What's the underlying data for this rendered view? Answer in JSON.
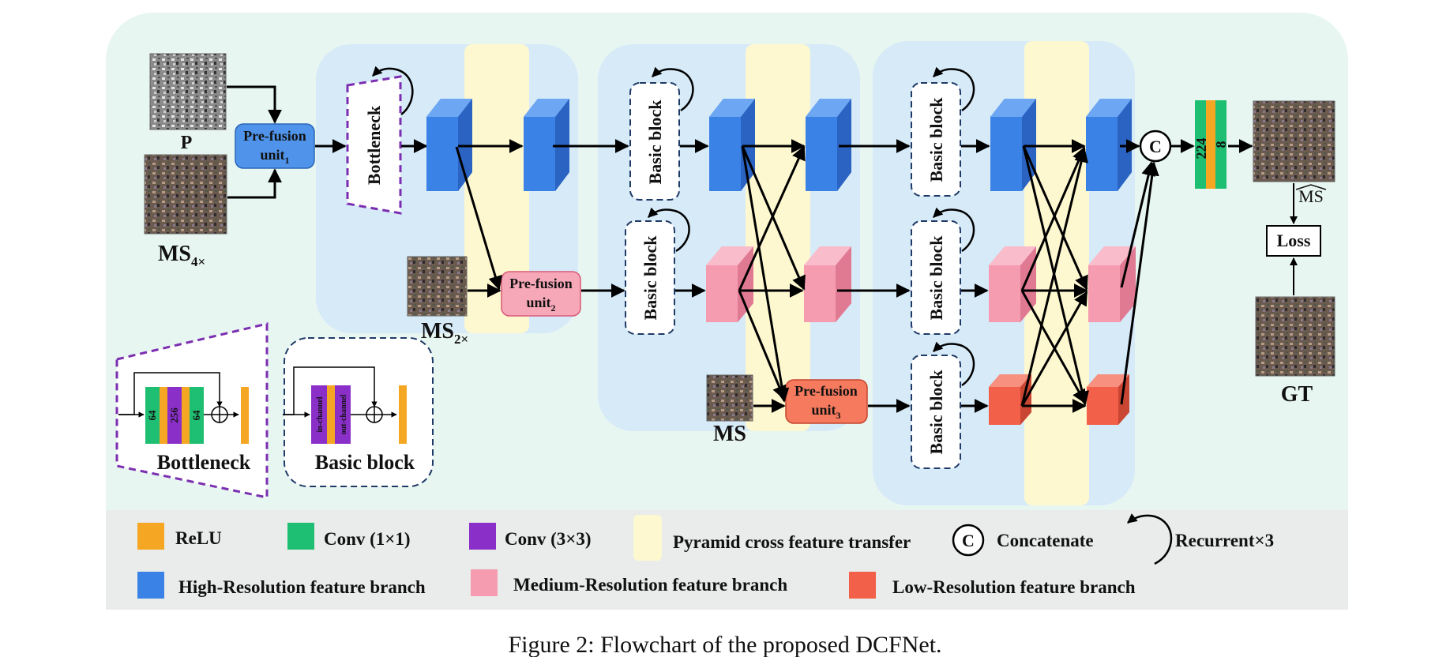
{
  "caption": "Figure 2: Flowchart of the proposed DCFNet.",
  "inputs": {
    "p_label": "P",
    "ms4_label": "MS",
    "ms4_sub": "4×",
    "ms2_label": "MS",
    "ms2_sub": "2×",
    "ms_label": "MS",
    "gt_label": "GT",
    "ms_hat_label": "MS"
  },
  "units": {
    "prefusion1_line1": "Pre-fusion",
    "prefusion1_line2": "unit",
    "prefusion1_sub": "1",
    "prefusion2_line1": "Pre-fusion",
    "prefusion2_line2": "unit",
    "prefusion2_sub": "2",
    "prefusion3_line1": "Pre-fusion",
    "prefusion3_line2": "unit",
    "prefusion3_sub": "3",
    "bottleneck": "Bottleneck",
    "basic_block": "Basic block",
    "loss": "Loss",
    "concat_symbol": "C"
  },
  "output_block": {
    "num1": "224",
    "num2": "8"
  },
  "bottleneck_detail": {
    "title": "Bottleneck",
    "layers": [
      "64",
      "256",
      "64"
    ]
  },
  "basic_block_detail": {
    "title": "Basic block",
    "layers": [
      "in-channel",
      "out-channel"
    ]
  },
  "legend": {
    "relu": "ReLU",
    "conv1": "Conv (1×1)",
    "conv3": "Conv (3×3)",
    "pyramid": "Pyramid cross feature transfer",
    "concat": "Concatenate",
    "concat_symbol": "C",
    "recurrent": "Recurrent×3",
    "high": "High-Resolution feature branch",
    "medium": "Medium-Resolution feature branch",
    "low": "Low-Resolution feature branch"
  },
  "colors": {
    "relu": "#f5a623",
    "conv1": "#1fbf73",
    "conv3": "#8b2fc9",
    "pyramid": "#fdf8d0",
    "high": "#3b82e6",
    "medium": "#f59cb0",
    "low": "#f2604a",
    "stage_bg": "#d6eaf8",
    "main_bg": "#e8f6f2"
  }
}
